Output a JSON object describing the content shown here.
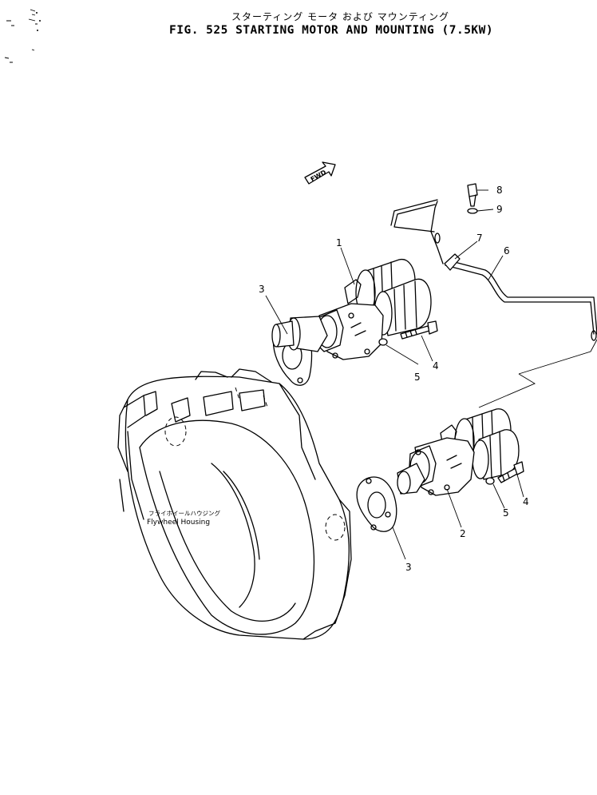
{
  "figure": {
    "title_jp": "スターティング モータ および マウンティング",
    "title_en": "FIG. 525   STARTING MOTOR AND MOUNTING (7.5KW)"
  },
  "direction_marker": "FWD",
  "housing_label": {
    "jp": "フライホイールハウジング",
    "en": "Flywheel Housing"
  },
  "callouts": {
    "c1": "1",
    "c2": "2",
    "c3a": "3",
    "c3b": "3",
    "c4a": "4",
    "c4b": "4",
    "c5a": "5",
    "c5b": "5",
    "c6": "6",
    "c7": "7",
    "c8": "8",
    "c9": "9"
  }
}
